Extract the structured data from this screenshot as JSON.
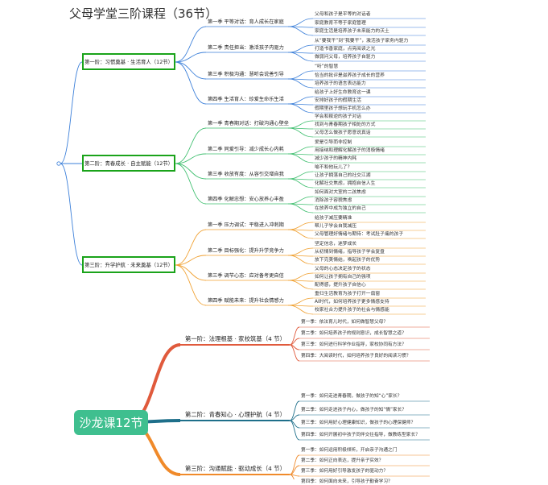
{
  "title": "父母学堂三阶课程（36节）",
  "stages": [
    {
      "label": "第一阶：习惯奠基 · 生活育人（12节）",
      "color": "#3b7fd9",
      "seasons": [
        {
          "label": "第一季 平等对话：育人成长在家庭",
          "items": [
            "父母和孩子是平等的对话者",
            "家庭教育不等于家庭管理",
            "家庭生活是培养孩子未来能力的沃土"
          ]
        },
        {
          "label": "第二季 责任担当：激活孩子内驱力",
          "items": [
            "从“要我干”到“我要干”，激活孩子家务内驱力",
            "打造书香家庭，点亮阅读之光",
            "做弱问父母，培养孩子自驱力"
          ]
        },
        {
          "label": "第三季 积极沟通：慧听会说善引导",
          "items": [
            "“听”的智慧",
            "恰当的批评是滋养孩子成长的营养",
            "培养孩子的语言表达能力"
          ]
        },
        {
          "label": "第四季 生活育人：珍爱生命乐生活",
          "items": [
            "给孩子上好生命教育这一课",
            "安排好孩子的假期生活",
            "假期里孩子想玩手机怎么办"
          ]
        }
      ]
    },
    {
      "label": "第二阶：青春成长 · 自主赋能（12节）",
      "color": "#3fbf6f",
      "seasons": [
        {
          "label": "第一季 青春期对话：打破沟通心壁垒",
          "items": [
            "学会和叛逆的孩子对话",
            "找到与青春期孩子相处的方式",
            "父母怎么做孩子愿意说真话"
          ]
        },
        {
          "label": "第二季 同爱引导：减少成长心内耗",
          "items": [
            "爱是引导而非控制",
            "用接纳和理解化解孩子的消极情绪",
            "减少孩子的精神内耗"
          ]
        },
        {
          "label": "第三季 收放有度：从容引交增自我",
          "items": [
            "喻不和他玩儿了？",
            "让孩子拥落自己的社交江湖",
            "化解社交焦虑，拥抱自信人生"
          ]
        },
        {
          "label": "第四季 化解忠想：安心放养心丰盈",
          "items": [
            "如何面对大室的二孩焦虑",
            "消除孩子容貌焦虑",
            "在放养中成为独立的自己"
          ]
        }
      ]
    },
    {
      "label": "第三阶：升学护航 · 未来奠基（12节）",
      "color": "#f0a030",
      "seasons": [
        {
          "label": "第一季 压力调试：平稳进入冲刺期",
          "items": [
            "给孩子减压要精准",
            "帮儿子学会自我减压",
            "父母管理好情绪与期待：考试肚子痛的孩子"
          ]
        },
        {
          "label": "第二季 目标强化：提升升学竞争力",
          "items": [
            "坚定信念，迷梦成长",
            "从初情到情绪，指导孩子学会复盘",
            "放下完美情结，唤起孩子的优势"
          ]
        },
        {
          "label": "第三季 调节心态：应对备考更自信",
          "items": [
            "父母的心态决定孩子的状态",
            "如何让孩子拥有自己的强项",
            "配得感，提升孩子自信心"
          ]
        },
        {
          "label": "第四季 赋能未来：提升社会情感力",
          "items": [
            "重归生活教育为孩子打开一扇窗",
            "AI时代，如何培养孩子更多情感支持",
            "校家社合力提升孩子的社会与情感能"
          ]
        }
      ]
    }
  ],
  "salon": {
    "root": "沙龙课12节",
    "stages": [
      {
        "label": "第一阶：法理根基 · 家校筑基（4 节）",
        "color": "#e05a3c",
        "items": [
          "第一季：依法育儿时代，如何做智慧父母？",
          "第二季：如何培养孩子的规则意识，成长智慧之道？",
          "第三季：如何进行科学作业指导，家校协同有方法？",
          "第四季：大阅读时代，如何培养孩子良好的阅读习惯？"
        ]
      },
      {
        "label": "第二阶：青春知心 · 心理护航（4 节）",
        "color": "#1e6f8a",
        "items": [
          "第一季：如何走进青春期，做孩子的知“心”家长？",
          "第二季：如何走进孩子内心，做孩子的知“情”家长？",
          "第三季：如何用好心理健康知识，做孩子的心理保健师？",
          "第四季：如何开展初中孩子同伴交往指导，做教练型家长？"
        ]
      },
      {
        "label": "第三阶：沟通赋能 · 驱动成长（4 节）",
        "color": "#f08a2a",
        "items": [
          "第一季：如何运用积极倾听，开启亲子沟通之门",
          "第二季：如何正向表达，提升亲子实效？",
          "第三季：如何用好引导激发孩子的驱动力？",
          "第四季：如何面向未来，引导孩子勤奋学习？"
        ]
      }
    ]
  }
}
